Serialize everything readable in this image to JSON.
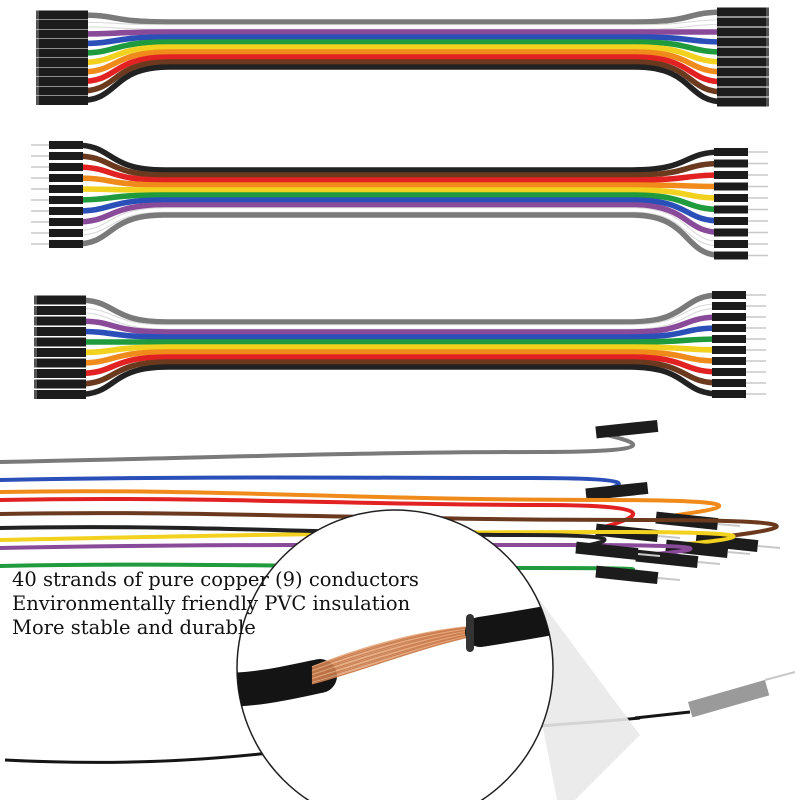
{
  "caption": {
    "lines": [
      "40 strands of pure copper (9) conductors",
      "Environmentally friendly PVC insulation",
      "More stable and durable"
    ]
  },
  "ribbon_colors": {
    "order_top": [
      "#7a7a7a",
      "#ffffff",
      "#8a4a9a",
      "#2b4fb8",
      "#1f9a3c",
      "#f2d21e",
      "#f08a1a",
      "#e22222",
      "#6b3a1e",
      "#222222"
    ],
    "connector": "#1c1c1c",
    "pin": "#c8c8c8"
  },
  "loose_wire_colors": [
    "#7a7a7a",
    "#2b4fb8",
    "#e22222",
    "#f08a1a",
    "#6b3a1e",
    "#f2d21e",
    "#8a4a9a",
    "#1f9a3c",
    "#222222"
  ],
  "copper_color": "#c97a4a"
}
